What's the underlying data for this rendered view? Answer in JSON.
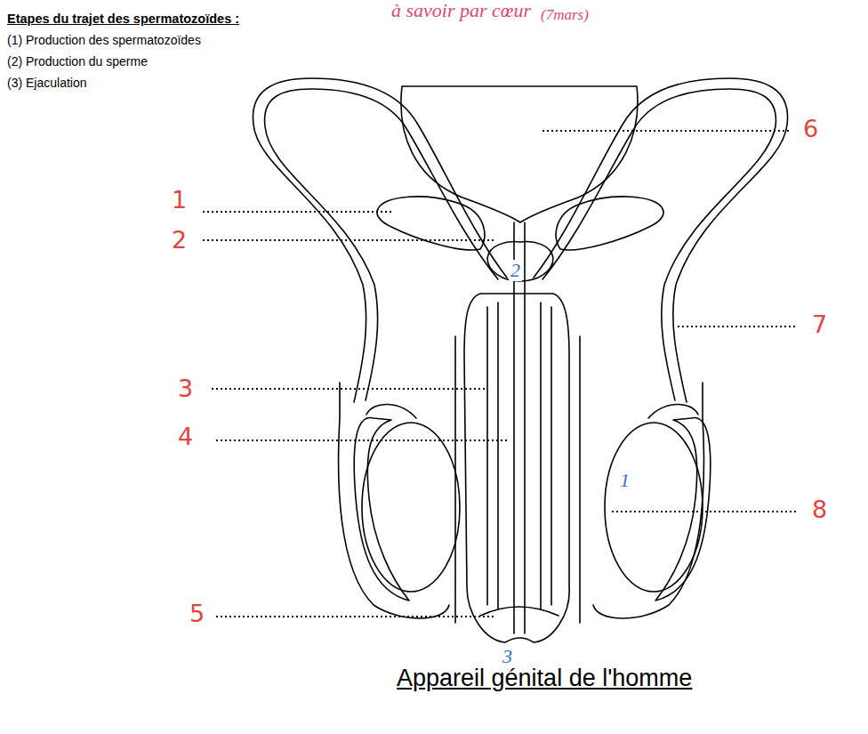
{
  "diagram": {
    "caption": "Appareil génital de l'homme",
    "labels": [
      "à savoir par cœur",
      "(7mars)",
      "Etapes du trajet des spermatozoïdes :",
      "(1) Production des spermatozoïdes",
      "(2) Production du sperme",
      "(3) Ejaculation",
      "6",
      "1",
      "2",
      "2",
      "7",
      "3",
      "4",
      "1",
      "8",
      "5",
      "3"
    ]
  }
}
